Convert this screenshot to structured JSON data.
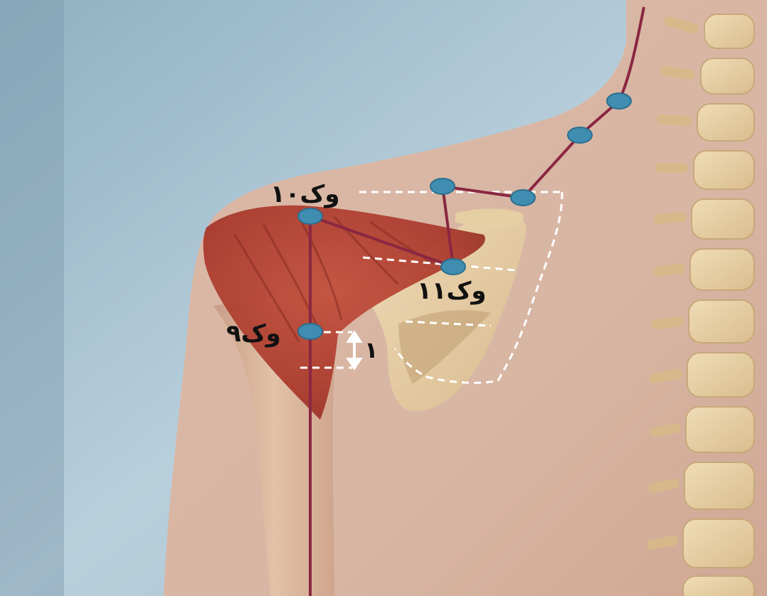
{
  "figure": {
    "points": [
      {
        "id": "sj10",
        "label": "وک۱۰"
      },
      {
        "id": "sj11",
        "label": "وک۱۱"
      },
      {
        "id": "sj9",
        "label": "وک۹"
      }
    ],
    "distance_marker": "۱",
    "colors": {
      "acupoint": "#3f8db0",
      "meridian": "#8a2742",
      "guide_line": "#ffffff",
      "muscle": "#b5412f",
      "skin": "#d9b7a4",
      "bone": "#e8d2a6",
      "background": "#a9c3d3"
    }
  }
}
